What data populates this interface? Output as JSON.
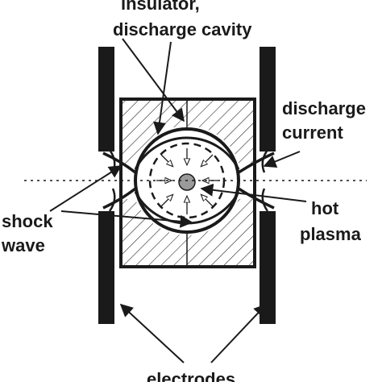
{
  "labels": {
    "insulator_line1": "insulator,",
    "insulator_line2": "discharge cavity",
    "discharge_line1": "discharge",
    "discharge_line2": "current",
    "shock_line1": "shock",
    "shock_line2": "wave",
    "hot_line1": "hot",
    "hot_line2": "plasma",
    "electrodes": "electrodes"
  },
  "colors": {
    "ink": "#1a1a1a",
    "plasma_core": "#9a9a9a",
    "background": "#ffffff"
  }
}
